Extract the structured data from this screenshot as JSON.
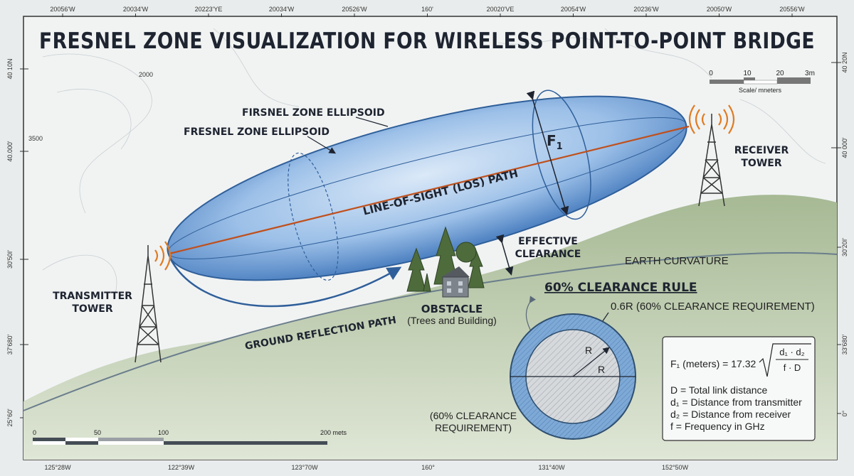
{
  "title": "FRESNEL ZONE VISUALIZATION FOR WIRELESS POINT-TO-POINT BRIDGE",
  "top_coords": [
    "20056'W",
    "20034'W",
    "20223'YE",
    "20034'W",
    "20526'W",
    "160'",
    "20020'VE",
    "20054'W",
    "20236'W",
    "20050'W",
    "20556'W"
  ],
  "bottom_coords": [
    "125°28W",
    "122°39W",
    "123°70W",
    "160°",
    "131°40W",
    "152°50W"
  ],
  "left_coords": [
    "40 10N",
    "40.000'",
    "30'50I'",
    "37'680'",
    "25°60'"
  ],
  "right_coords": [
    "40 20N",
    "40 000'",
    "30'20I'",
    "33'680'",
    "0°"
  ],
  "scale_top": {
    "ticks": [
      "0",
      "10",
      "20",
      "3m"
    ],
    "caption": "Scale/ mneters"
  },
  "scale_bottom": {
    "ticks": [
      "0",
      "50",
      "100",
      "200 mets"
    ]
  },
  "labels": {
    "ellipse_1": "FIRSNEL ZONE ELLIPSOID",
    "ellipse_2": "FRESNEL ZONE ELLIPSOID",
    "f1": "F",
    "f1_sub": "1",
    "los": "LINE-OF-SIGHT (LOS) PATH",
    "receiver_1": "RECEIVER",
    "receiver_2": "TOWER",
    "transmitter_1": "TRANSMITTER",
    "transmitter_2": "TOWER",
    "clearance_1": "EFFECTIVE",
    "clearance_2": "CLEARANCE",
    "earth": "EARTH CURVATURE",
    "rule": "60% CLEARANCE RULE",
    "rule_06r": "0.6R (60% CLEARANCE REQUIREMENT)",
    "obstacle": "OBSTACLE",
    "obstacle_sub": "(Trees and Building)",
    "ground": "GROUND REFLECTION PATH",
    "req_1": "(60% CLEARANCE",
    "req_2": "REQUIREMENT)",
    "r_inner": "R",
    "r_outer": "R",
    "contour_1": "2000",
    "contour_2": "3500"
  },
  "formula": {
    "lhs": "F₁ (meters) = 17.32",
    "numerator": "d₁ · d₂",
    "denominator": "f · D",
    "defs": [
      "D = Total link distance",
      "d₁ = Distance from transmitter",
      "d₂ = Distance from receiver",
      "f  = Frequency in GHz"
    ]
  },
  "colors": {
    "title": "#1e2a38",
    "ellipse": "#5b8fcf",
    "ground": "#b9c9a8",
    "los": "#c0501c",
    "signal": "#e07b22"
  }
}
